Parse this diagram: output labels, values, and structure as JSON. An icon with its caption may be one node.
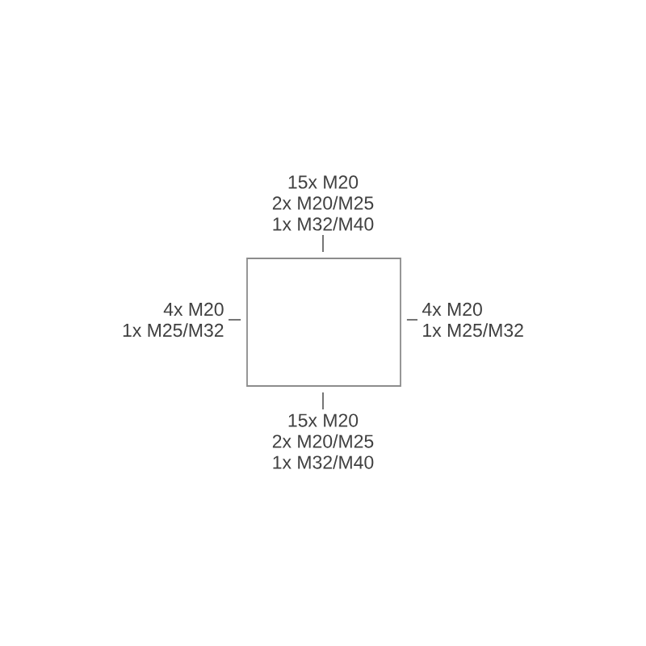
{
  "diagram": {
    "nodes": [
      {
        "text": [],
        "shape": "box"
      },
      {
        "text": [
          "15x M20",
          "2x M20/M25",
          "1x M32/M40"
        ]
      },
      {
        "text": [
          "4x M20",
          "1x M25/M32"
        ]
      },
      {
        "text": [
          "4x M20",
          "1x M25/M32"
        ]
      },
      {
        "text": [
          "15x M20",
          "2x M20/M25",
          "1x M32/M40"
        ]
      }
    ],
    "edges": [
      {
        "from": 1,
        "to": 0,
        "arrow": "none"
      },
      {
        "from": 2,
        "to": 0,
        "arrow": "none"
      },
      {
        "from": 3,
        "to": 0,
        "arrow": "none"
      },
      {
        "from": 4,
        "to": 0,
        "arrow": "none"
      }
    ]
  }
}
